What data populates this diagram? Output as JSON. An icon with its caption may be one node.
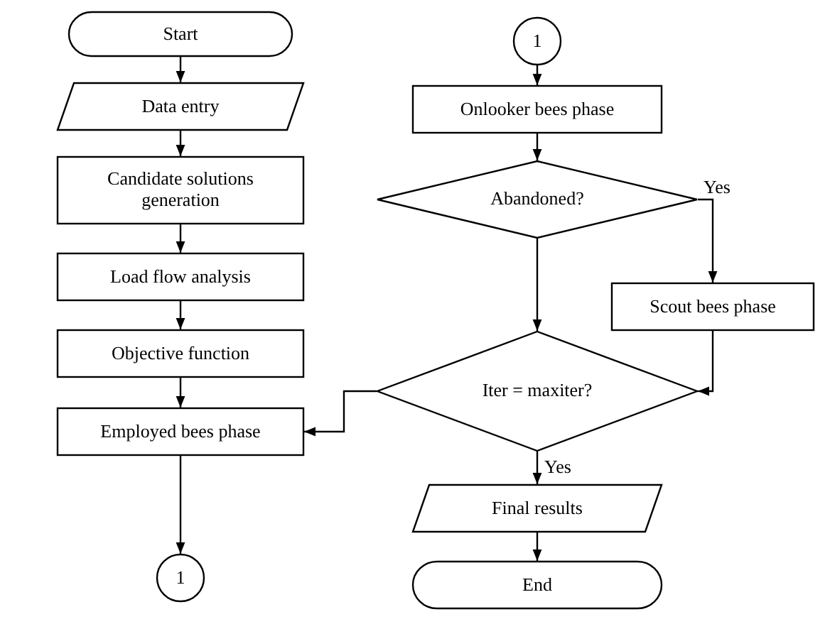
{
  "diagram": {
    "nodes": [
      {
        "text": [
          "Start"
        ]
      },
      {
        "text": [
          "Data entry"
        ]
      },
      {
        "text": [
          "Candidate solutions generation"
        ]
      },
      {
        "text": [
          "Load flow analysis"
        ]
      },
      {
        "text": [
          "Objective function"
        ]
      },
      {
        "text": [
          "Employed bees phase"
        ]
      },
      {
        "text": [
          "1"
        ]
      },
      {
        "text": [
          "1"
        ]
      },
      {
        "text": [
          "Onlooker bees phase"
        ]
      },
      {
        "text": [
          "Abandoned?"
        ]
      },
      {
        "text": [
          "Scout bees phase"
        ]
      },
      {
        "text": [
          "Iter = maxiter?"
        ]
      },
      {
        "text": [
          "Final results"
        ]
      },
      {
        "text": [
          "End"
        ]
      }
    ],
    "edges": [
      {
        "from": 0,
        "to": 1,
        "arrow": "to"
      },
      {
        "from": 1,
        "to": 2,
        "arrow": "to"
      },
      {
        "from": 2,
        "to": 3,
        "arrow": "to"
      },
      {
        "from": 3,
        "to": 4,
        "arrow": "to"
      },
      {
        "from": 4,
        "to": 5,
        "arrow": "to"
      },
      {
        "from": 5,
        "to": 6,
        "arrow": "to"
      },
      {
        "from": 7,
        "to": 8,
        "arrow": "to"
      },
      {
        "from": 8,
        "to": 9,
        "arrow": "to"
      },
      {
        "from": 9,
        "to": 10,
        "arrow": "to",
        "label": "Yes"
      },
      {
        "from": 9,
        "to": 11,
        "arrow": "to"
      },
      {
        "from": 10,
        "to": 11,
        "arrow": "to"
      },
      {
        "from": 11,
        "to": 5,
        "arrow": "to"
      },
      {
        "from": 11,
        "to": 12,
        "arrow": "to",
        "label": "Yes"
      },
      {
        "from": 12,
        "to": 13,
        "arrow": "to"
      }
    ]
  }
}
